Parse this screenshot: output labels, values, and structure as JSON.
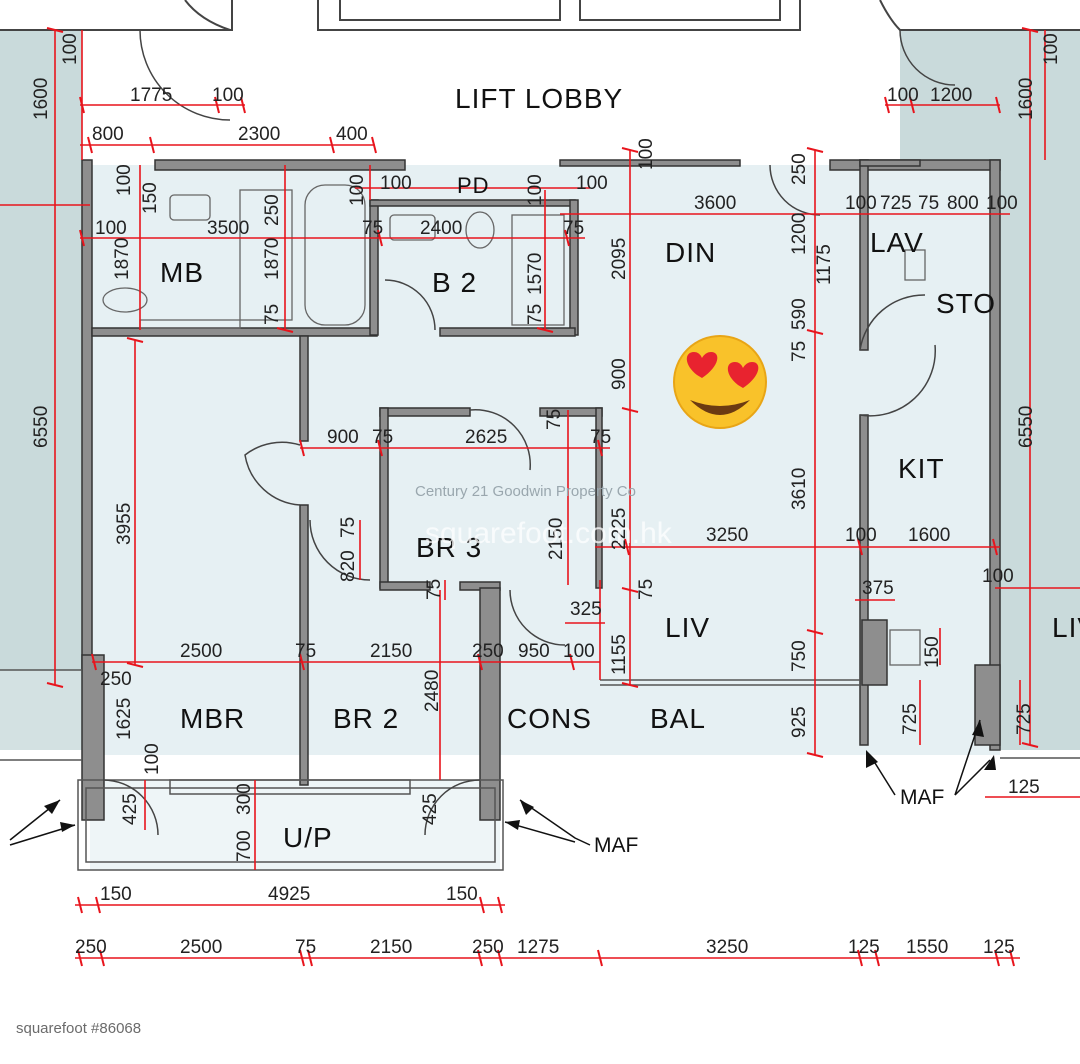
{
  "image_credit": "squarefoot #86068",
  "watermark": {
    "agency": "Century 21 Goodwin Property Co",
    "site": "squarefoot.com.hk"
  },
  "emoji": "😍",
  "colors": {
    "floor": "#e6f0f3",
    "neighbor": "#c9dadb",
    "wall": "#8e8e8e",
    "dimension": "#e8141c",
    "text": "#111111"
  },
  "rooms": {
    "lift_lobby": "LIFT  LOBBY",
    "mb": "MB",
    "b2": "B 2",
    "din": "DIN",
    "lav": "LAV",
    "sto": "STO",
    "kit": "KIT",
    "br3": "BR 3",
    "liv": "LIV",
    "mbr": "MBR",
    "br2": "BR 2",
    "cons": "CONS",
    "bal": "BAL",
    "up": "U/P",
    "pd": "PD",
    "liv_edge": "LIV"
  },
  "labels": {
    "maf_left": "MAF",
    "maf_right": "MAF"
  },
  "dimensions": {
    "d1775": "1775",
    "d100a": "100",
    "d100b": "100",
    "d1200": "1200",
    "d1600l": "1600",
    "d100l": "100",
    "d1600r": "1600",
    "d100r": "100",
    "d800": "800",
    "d2300": "2300",
    "d400": "400",
    "d100pd1": "100",
    "d100pd2": "100",
    "d100c": "100",
    "d150c": "150",
    "d100d": "100",
    "d250c": "250",
    "d100e": "100",
    "d250d": "250",
    "d3500": "3500",
    "d75a": "75",
    "d2400": "2400",
    "d75b": "75",
    "d3600": "3600",
    "d100f": "100",
    "d725a": "725",
    "d75c": "75",
    "d800b": "800",
    "d100g": "100",
    "d1870a": "1870",
    "d1870b": "1870",
    "d1570": "1570",
    "d2095": "2095",
    "d1200b": "1200",
    "d1175": "1175",
    "d75d": "75",
    "d75e": "75",
    "d75f": "75",
    "d590": "590",
    "d75g": "75",
    "d6550l": "6550",
    "d6550r": "6550",
    "d900": "900",
    "d900b": "900",
    "d75h": "75",
    "d2625": "2625",
    "d75i": "75",
    "d75j": "75",
    "d3955": "3955",
    "d2150a": "2150",
    "d2225": "2225",
    "d3610": "3610",
    "d820": "820",
    "d75k": "75",
    "d3250a": "3250",
    "d100h": "100",
    "d1600b": "1600",
    "d375": "375",
    "d100i": "100",
    "d75l": "75",
    "d75m": "75",
    "d325": "325",
    "d1155": "1155",
    "d250e": "250",
    "d2500a": "2500",
    "d75n": "75",
    "d2150b": "2150",
    "d250f": "250",
    "d950": "950",
    "d100j": "100",
    "d750": "750",
    "d150d": "150",
    "d2480": "2480",
    "d1625": "1625",
    "d100k": "100",
    "d925": "925",
    "d725b": "725",
    "d725c": "725",
    "d425a": "425",
    "d300": "300",
    "d425b": "425",
    "d700": "700",
    "d125a": "125",
    "d150e": "150",
    "d4925": "4925",
    "d150f": "150",
    "b250a": "250",
    "b2500": "2500",
    "b75": "75",
    "b2150": "2150",
    "b250b": "250",
    "b1275": "1275",
    "b3250": "3250",
    "b125a": "125",
    "b1550": "1550",
    "b125b": "125"
  }
}
